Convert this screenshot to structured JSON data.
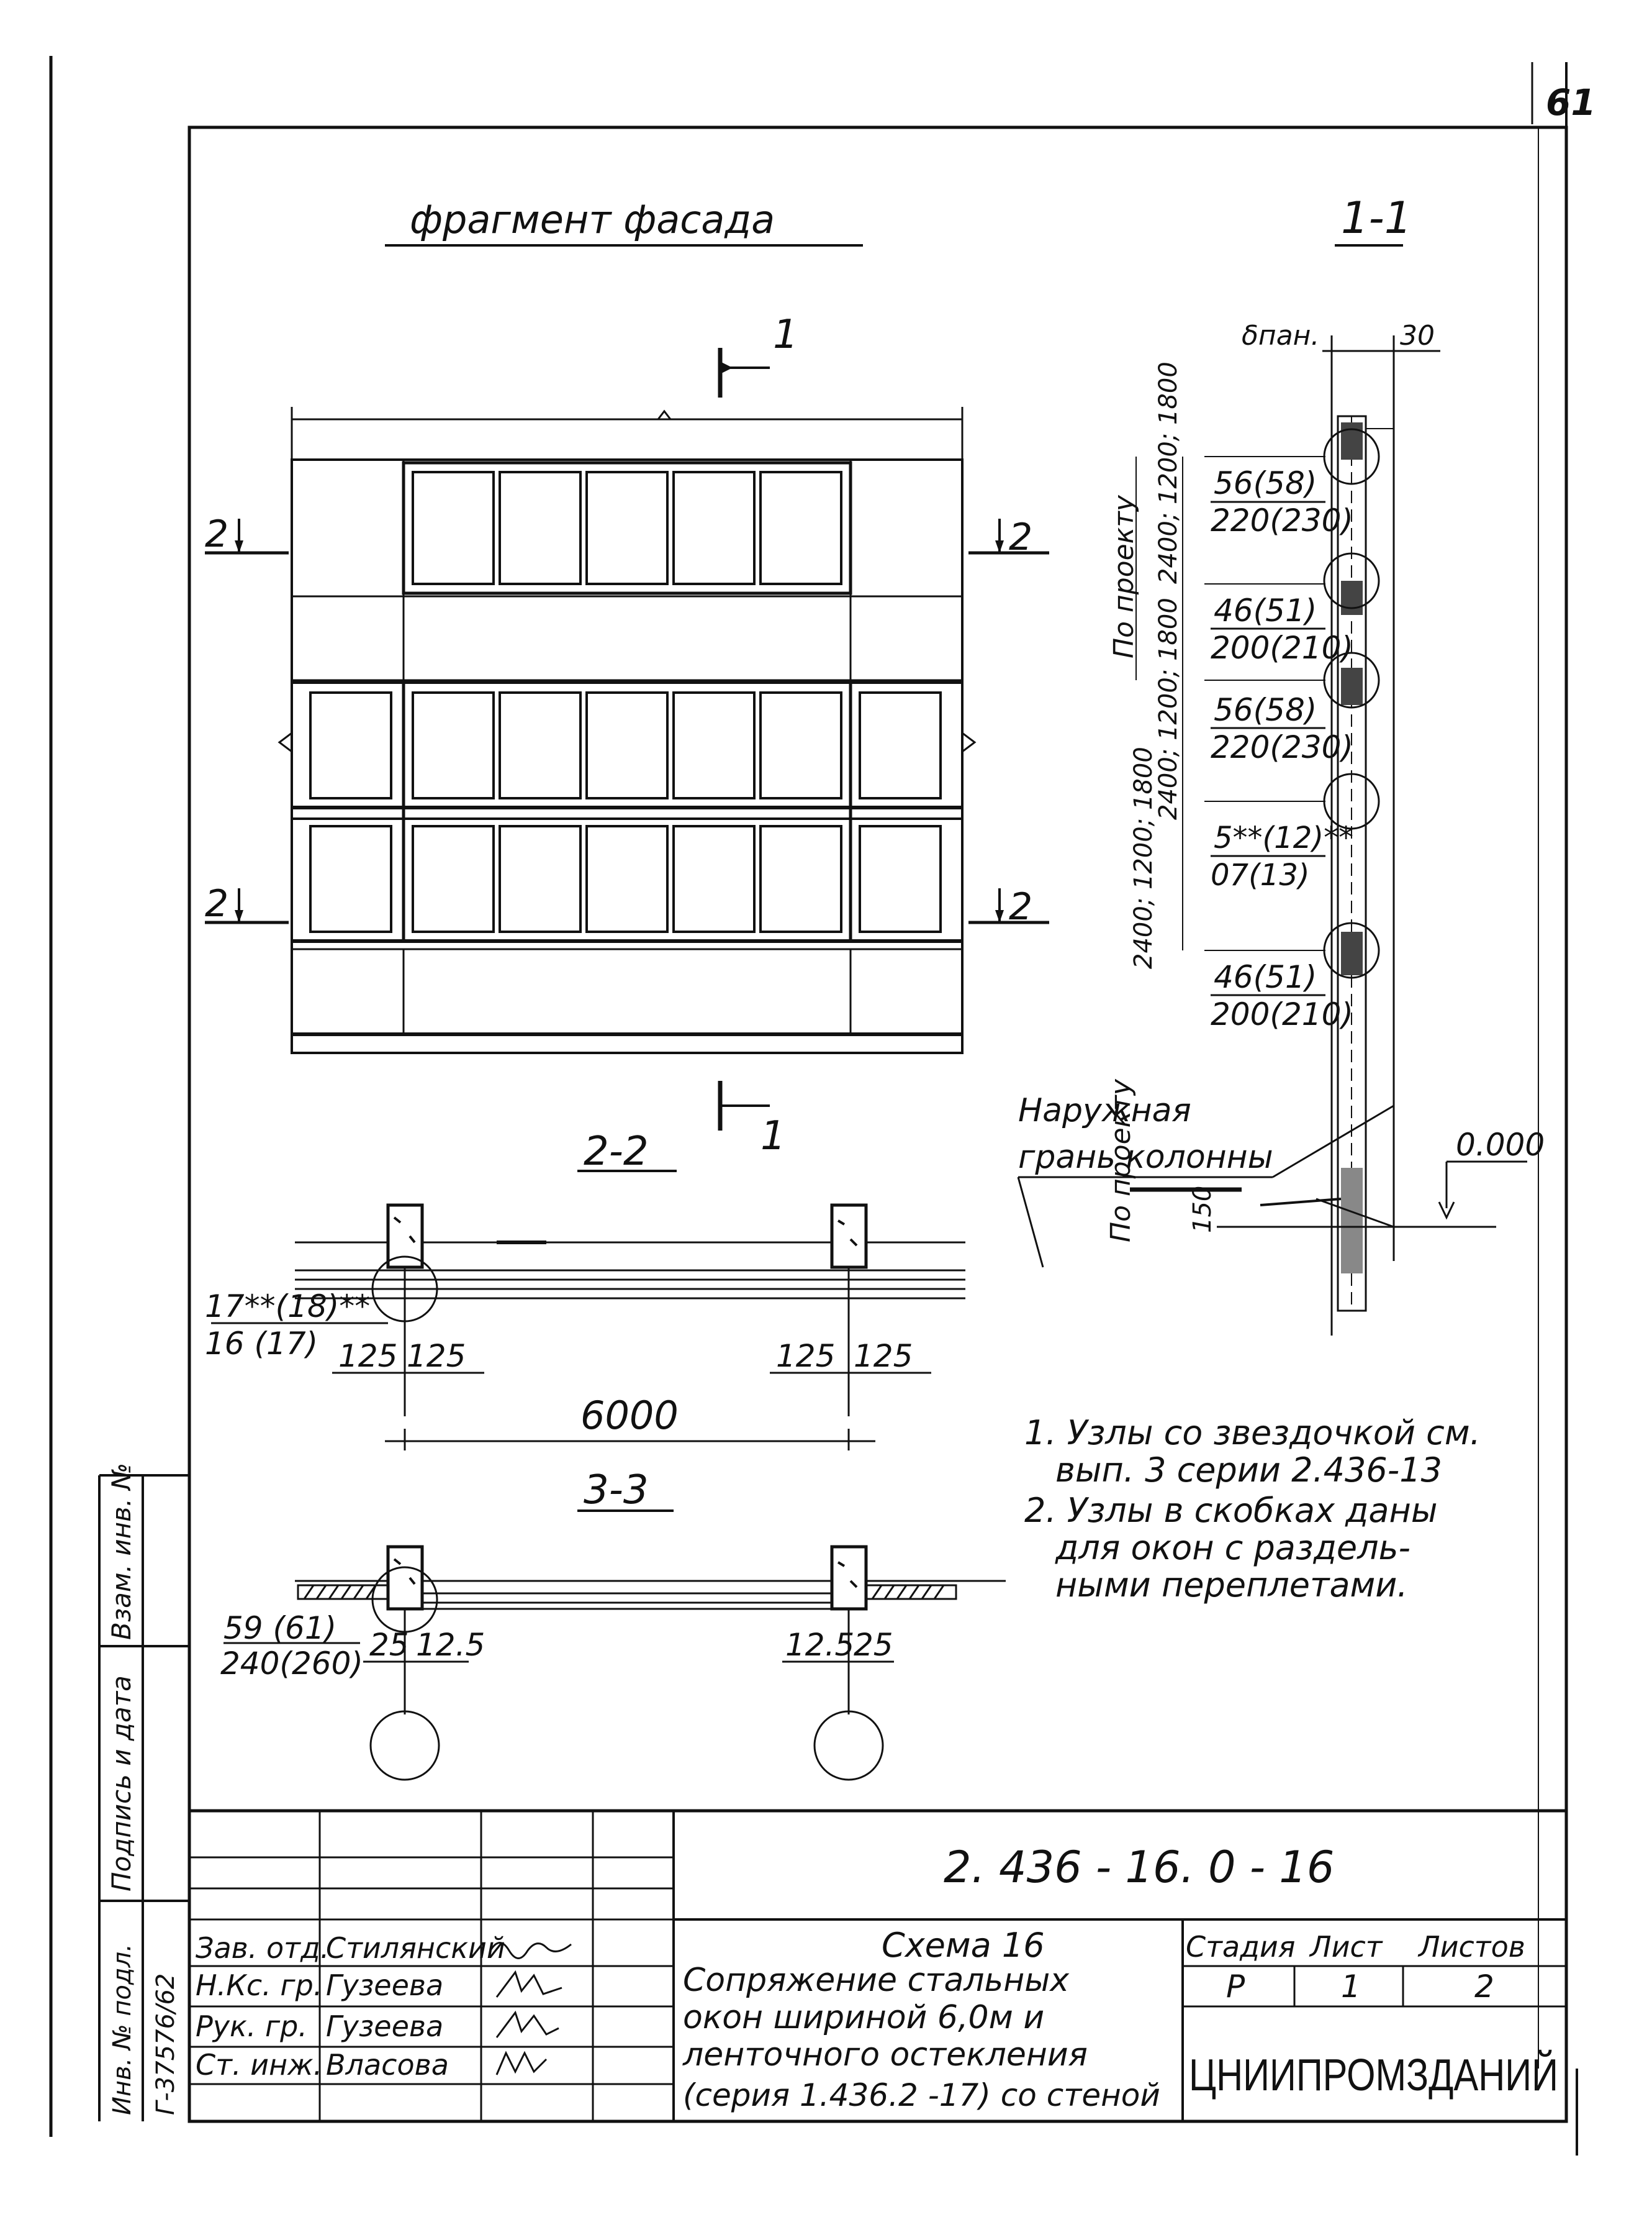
{
  "sheet": {
    "page_number": "61",
    "doc_code": "2. 436 - 16. 0 - 16"
  },
  "views": {
    "facade_title": "фрагмент фасада",
    "section_1_title": "1-1",
    "section_2_title": "2-2",
    "section_3_title": "3-3"
  },
  "cut_marks": {
    "cut_1": "1",
    "cut_2": "2"
  },
  "section_1": {
    "top_dims": [
      "δпан.",
      "30"
    ],
    "nodes": [
      {
        "top": "56(58)",
        "bottom": "220(230)"
      },
      {
        "top": "46(51)",
        "bottom": "200(210)"
      },
      {
        "top": "56(58)",
        "bottom": "220(230)"
      },
      {
        "top": "5**(12)**",
        "bottom": "07(13)"
      },
      {
        "top": "46(51)",
        "bottom": "200(210)"
      }
    ],
    "vertical_labels": [
      "По проекту",
      "2400; 1200; 1800",
      "2400; 1200; 1800",
      "2400; 1200; 1800",
      "По проекту"
    ],
    "level_mark": "0.000",
    "bottom_dim": "150",
    "column_note": [
      "Наружная",
      "грань колонны"
    ]
  },
  "section_2": {
    "node_label": [
      "17**(18)**",
      "16 (17)"
    ],
    "dims_left": [
      "125",
      "125"
    ],
    "dims_right": [
      "125",
      "125"
    ],
    "span": "6000"
  },
  "section_3": {
    "node_label": [
      "59 (61)",
      "240(260)"
    ],
    "dims_left": [
      "25",
      "12.5"
    ],
    "dims_right": [
      "12.5",
      "25"
    ]
  },
  "notes": [
    "1. Узлы со звездочкой см. вып. 3 серии 2.436-13",
    "2. Узлы в скобках даны для окон с раздель- ными переплетами."
  ],
  "title_block": {
    "scheme": "Схема 16",
    "description": [
      "Сопряжение стальных",
      "окон шириной 6,0м и",
      "ленточного остекления",
      "(серия 1.436.2 -17) со стеной"
    ],
    "stage_header": "Стадия",
    "sheet_header": "Лист",
    "sheets_header": "Листов",
    "stage": "Р",
    "sheet": "1",
    "sheets": "2",
    "organization": "ЦНИИПРОМЗДАНИЙ",
    "staff": [
      {
        "role": "Зав. отд.",
        "name": "Стилянский"
      },
      {
        "role": "Н.Кс. гр.",
        "name": "Гузеева"
      },
      {
        "role": "Рук. гр.",
        "name": "Гузеева"
      },
      {
        "role": "Ст. инж.",
        "name": "Власова"
      }
    ]
  },
  "side_stamp": {
    "field_1": "Взам. инв. №",
    "field_2": "Подпись и дата",
    "field_3": "Инв. № подл.",
    "inventory_number": "Г-37576/62"
  }
}
